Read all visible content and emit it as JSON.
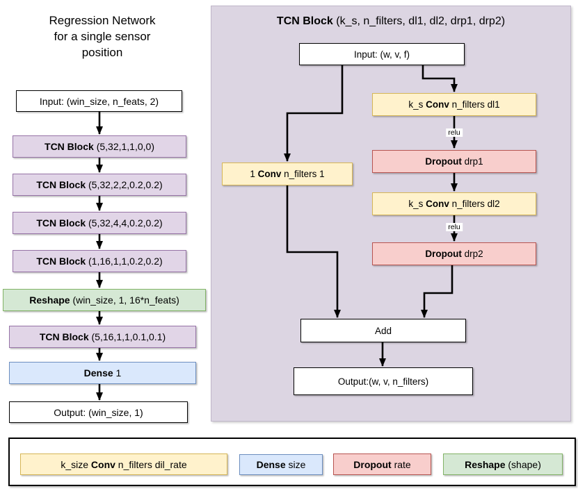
{
  "left_flow": {
    "title_lines": [
      "Regression Network",
      "for a single sensor",
      "position"
    ],
    "nodes": [
      {
        "pre": "",
        "bold": "",
        "rest": "Input: (win_size, n_feats, 2)"
      },
      {
        "pre": "",
        "bold": "TCN Block",
        "rest": " (5,32,1,1,0,0)"
      },
      {
        "pre": "",
        "bold": "TCN Block",
        "rest": " (5,32,2,2,0.2,0.2)"
      },
      {
        "pre": "",
        "bold": "TCN Block",
        "rest": " (5,32,4,4,0.2,0.2)"
      },
      {
        "pre": "",
        "bold": "TCN Block",
        "rest": " (1,16,1,1,0.2,0.2)"
      },
      {
        "pre": "",
        "bold": "Reshape",
        "rest": " (win_size, 1, 16*n_feats)"
      },
      {
        "pre": "",
        "bold": "TCN Block",
        "rest": " (5,16,1,1,0.1,0.1)"
      },
      {
        "pre": "",
        "bold": "Dense",
        "rest": " 1"
      },
      {
        "pre": "",
        "bold": "",
        "rest": "Output: (win_size, 1)"
      }
    ]
  },
  "tcn_panel": {
    "title": {
      "bold": "TCN Block",
      "rest": " (k_s, n_filters, dl1, dl2, drp1, drp2)"
    },
    "input": {
      "pre": "",
      "bold": "",
      "rest": "Input: (w, v, f)"
    },
    "conv1": {
      "pre": "k_s ",
      "bold": "Conv",
      "rest": " n_filters dl1"
    },
    "conv_skip": {
      "pre": "1 ",
      "bold": "Conv",
      "rest": " n_filters 1"
    },
    "dropout1": {
      "pre": "",
      "bold": "Dropout",
      "rest": " drp1"
    },
    "conv2": {
      "pre": "k_s ",
      "bold": "Conv",
      "rest": " n_filters dl2"
    },
    "dropout2": {
      "pre": "",
      "bold": "Dropout",
      "rest": " drp2"
    },
    "add": {
      "pre": "",
      "bold": "",
      "rest": "Add"
    },
    "output": {
      "pre": "",
      "bold": "",
      "rest": "Output:(w, v, n_filters)"
    },
    "relu1": "relu",
    "relu2": "relu"
  },
  "legend": {
    "items": [
      {
        "pre": "k_size ",
        "bold": "Conv",
        "rest": " n_filters dil_rate"
      },
      {
        "pre": "",
        "bold": "Dense",
        "rest": " size"
      },
      {
        "pre": "",
        "bold": "Dropout",
        "rest": " rate"
      },
      {
        "pre": "",
        "bold": "Reshape",
        "rest": " (shape)"
      }
    ]
  },
  "colors": {
    "tcn_fill": "#e1d5e7",
    "tcn_border": "#9673a6",
    "conv_fill": "#fff2cc",
    "conv_border": "#d6b656",
    "dropout_fill": "#f8cecc",
    "dropout_border": "#b85450",
    "dense_fill": "#dae8fc",
    "dense_border": "#6c8ebf",
    "reshape_fill": "#d5e8d4",
    "reshape_border": "#82b366",
    "io_fill": "#ffffff",
    "io_border": "#000000",
    "panel_fill": "#dcd5e2",
    "panel_border": "#bfb6c9",
    "arrow": "#000000"
  }
}
